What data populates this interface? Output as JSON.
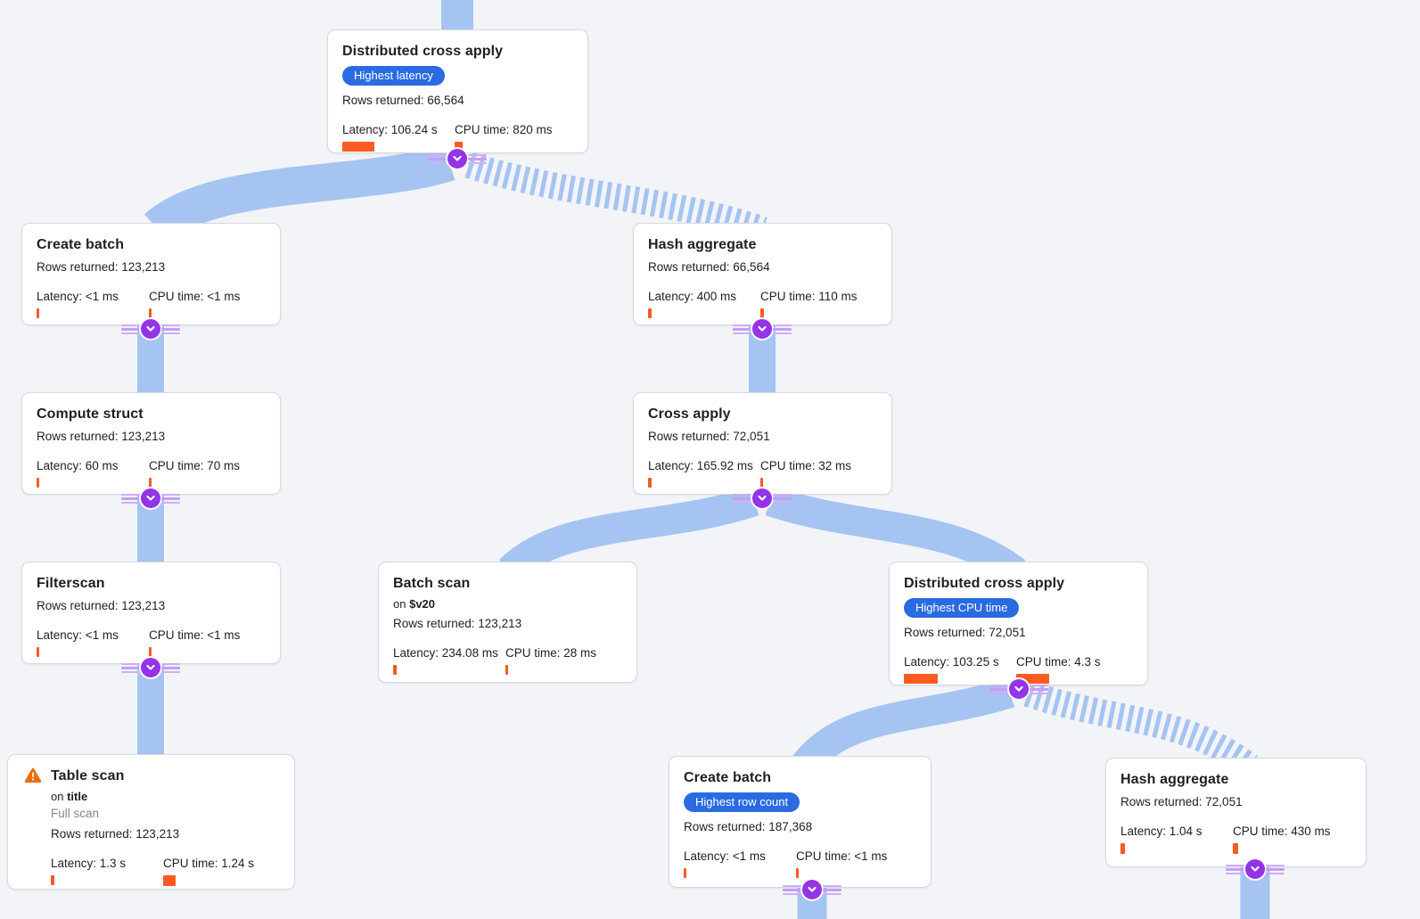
{
  "nodes": [
    {
      "title": "Distributed cross apply",
      "badge": "Highest latency",
      "rows": "Rows returned: 66,564",
      "latency": "Latency: 106.24 s",
      "cpu": "CPU time: 820 ms",
      "latency_bar": 36,
      "cpu_bar": 9
    },
    {
      "title": "Create batch",
      "rows": "Rows returned: 123,213",
      "latency": "Latency: <1 ms",
      "cpu": "CPU time: <1 ms",
      "latency_bar": 3,
      "cpu_bar": 3
    },
    {
      "title": "Compute struct",
      "rows": "Rows returned: 123,213",
      "latency": "Latency: 60 ms",
      "cpu": "CPU time: 70 ms",
      "latency_bar": 3,
      "cpu_bar": 3
    },
    {
      "title": "Filterscan",
      "rows": "Rows returned: 123,213",
      "latency": "Latency: <1 ms",
      "cpu": "CPU time: <1 ms",
      "latency_bar": 3,
      "cpu_bar": 3
    },
    {
      "title": "Table scan",
      "warning": "full-scan-warning",
      "on_prefix": "on",
      "on_object": "title",
      "note": "Full scan",
      "rows": "Rows returned: 123,213",
      "latency": "Latency: 1.3 s",
      "cpu": "CPU time: 1.24 s",
      "latency_bar": 4,
      "cpu_bar": 14
    },
    {
      "title": "Hash aggregate",
      "rows": "Rows returned: 66,564",
      "latency": "Latency: 400 ms",
      "cpu": "CPU time: 110 ms",
      "latency_bar": 4,
      "cpu_bar": 4
    },
    {
      "title": "Cross apply",
      "rows": "Rows returned: 72,051",
      "latency": "Latency: 165.92 ms",
      "cpu": "CPU time: 32 ms",
      "latency_bar": 4,
      "cpu_bar": 3
    },
    {
      "title": "Batch scan",
      "on_prefix": "on",
      "on_object": "$v20",
      "rows": "Rows returned: 123,213",
      "latency": "Latency: 234.08 ms",
      "cpu": "CPU time: 28 ms",
      "latency_bar": 4,
      "cpu_bar": 3
    },
    {
      "title": "Distributed cross apply",
      "badge": "Highest CPU time",
      "rows": "Rows returned: 72,051",
      "latency": "Latency: 103.25 s",
      "cpu": "CPU time: 4.3 s",
      "latency_bar": 38,
      "cpu_bar": 37
    },
    {
      "title": "Create batch",
      "badge": "Highest row count",
      "rows": "Rows returned: 187,368",
      "latency": "Latency: <1 ms",
      "cpu": "CPU time: <1 ms",
      "latency_bar": 3,
      "cpu_bar": 3
    },
    {
      "title": "Hash aggregate",
      "rows": "Rows returned: 72,051",
      "latency": "Latency: 1.04 s",
      "cpu": "CPU time: 430 ms",
      "latency_bar": 5,
      "cpu_bar": 6
    }
  ],
  "colors": {
    "edge_blue": "#a5c4f2",
    "badge_blue": "#2a6be2",
    "metric_orange": "#fb5a21",
    "connector_purple": "#9334e6",
    "warning_orange": "#e8710a"
  }
}
